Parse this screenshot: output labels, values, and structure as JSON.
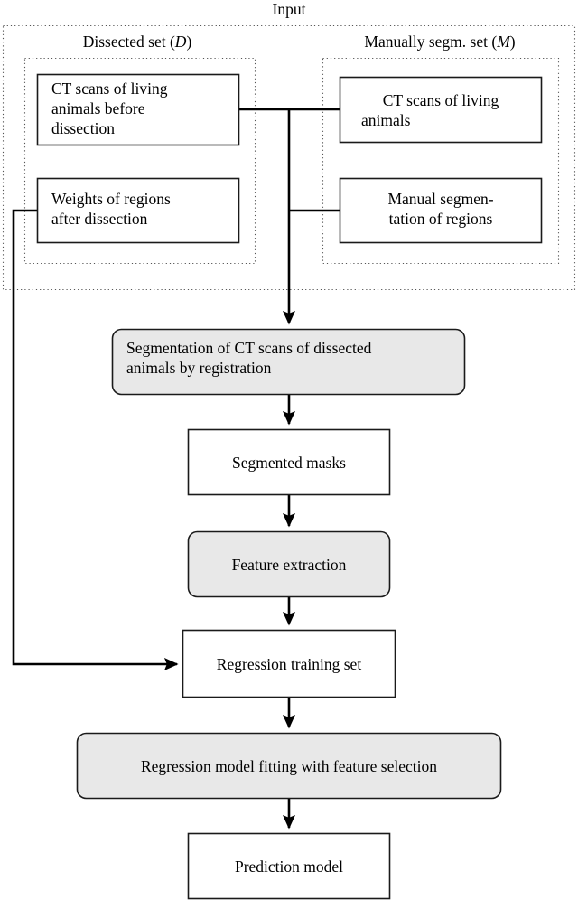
{
  "diagram": {
    "title": "Input",
    "type": "flowchart",
    "accent_colors": {
      "process_fill": "#e8e8e8",
      "data_fill": "#ffffff",
      "stroke": "#1a1a1a",
      "connector": "#000000",
      "group_border": "#555555"
    }
  },
  "groups": [
    {
      "id": "dissected-set",
      "label_main": "Dissected set ",
      "label_paren_open": "(",
      "label_symbol": "D",
      "label_paren_close": ")"
    },
    {
      "id": "manual-set",
      "label_main": "Manually segm. set ",
      "label_paren_open": "(",
      "label_symbol": "M",
      "label_paren_close": ")"
    }
  ],
  "nodes": [
    {
      "id": "ct-scans-dissected",
      "shape": "rect",
      "style": "data",
      "lines": [
        "CT scans of living",
        "animals before",
        "dissection"
      ]
    },
    {
      "id": "weights-regions",
      "shape": "rect",
      "style": "data",
      "lines": [
        "Weights of regions",
        "after dissection"
      ]
    },
    {
      "id": "ct-scans-living",
      "shape": "rect",
      "style": "data",
      "lines": [
        "CT scans of living",
        "animals"
      ]
    },
    {
      "id": "manual-segmentation",
      "shape": "rect",
      "style": "data",
      "lines": [
        "Manual segmen-",
        "tation of regions"
      ]
    },
    {
      "id": "segmentation-registration",
      "shape": "rounded",
      "style": "process",
      "lines": [
        "Segmentation of CT scans of dissected",
        "animals by registration"
      ]
    },
    {
      "id": "segmented-masks",
      "shape": "rect",
      "style": "data",
      "lines": [
        "Segmented masks"
      ]
    },
    {
      "id": "feature-extraction",
      "shape": "rounded",
      "style": "process",
      "lines": [
        "Feature extraction"
      ]
    },
    {
      "id": "regression-training-set",
      "shape": "rect",
      "style": "data",
      "lines": [
        "Regression training set"
      ]
    },
    {
      "id": "regression-model-fitting",
      "shape": "rounded",
      "style": "process",
      "lines": [
        "Regression model fitting with feature selection"
      ]
    },
    {
      "id": "prediction-model",
      "shape": "rect",
      "style": "data",
      "lines": [
        "Prediction model"
      ]
    }
  ],
  "edges": [
    {
      "id": "edge-ctscans-to-trunk",
      "from": "ct-scans-dissected",
      "to": "ct-scans-living",
      "arrow": false
    },
    {
      "id": "edge-trunk-to-manualseg",
      "from": "trunk",
      "to": "manual-segmentation",
      "arrow": false
    },
    {
      "id": "edge-trunk-to-segmentation",
      "from": "trunk",
      "to": "segmentation-registration",
      "arrow": true
    },
    {
      "id": "edge-segmentation-to-masks",
      "from": "segmentation-registration",
      "to": "segmented-masks",
      "arrow": true
    },
    {
      "id": "edge-masks-to-features",
      "from": "segmented-masks",
      "to": "feature-extraction",
      "arrow": true
    },
    {
      "id": "edge-features-to-trainingset",
      "from": "feature-extraction",
      "to": "regression-training-set",
      "arrow": true
    },
    {
      "id": "edge-weights-to-trainingset",
      "from": "weights-regions",
      "to": "regression-training-set",
      "arrow": true
    },
    {
      "id": "edge-trainingset-to-modelfitting",
      "from": "regression-training-set",
      "to": "regression-model-fitting",
      "arrow": true
    },
    {
      "id": "edge-modelfitting-to-prediction",
      "from": "regression-model-fitting",
      "to": "prediction-model",
      "arrow": true
    }
  ]
}
